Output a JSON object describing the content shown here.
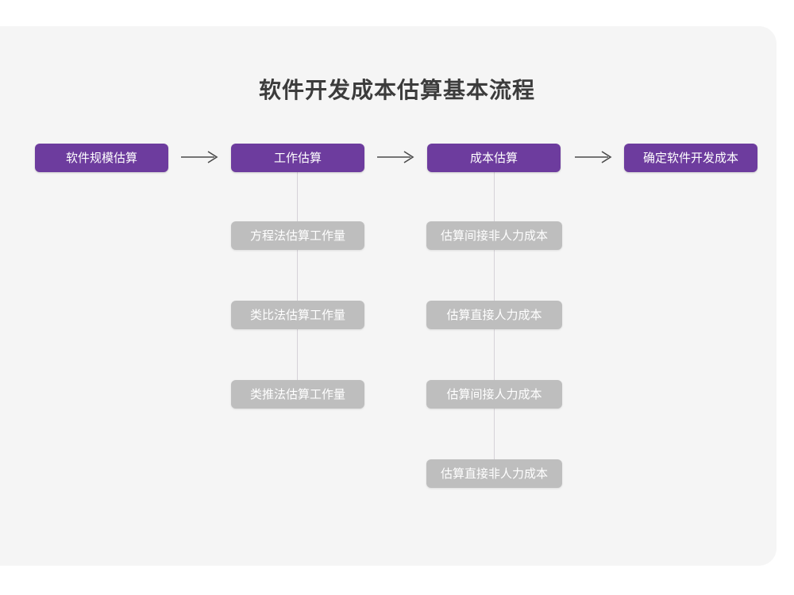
{
  "canvas": {
    "background": "#ffffff",
    "card_background": "#f5f5f5"
  },
  "colors": {
    "primary": "#6d3c9e",
    "secondary": "#bebebe",
    "title_text": "#3c3c3c",
    "node_text": "#ffffff",
    "connector": "#d6d2d8",
    "arrow": "#4a4a4a"
  },
  "diagram": {
    "type": "flowchart",
    "title": "软件开发成本估算基本流程",
    "main_steps": [
      {
        "id": "step-1",
        "label": "软件规模估算"
      },
      {
        "id": "step-2",
        "label": "工作估算"
      },
      {
        "id": "step-3",
        "label": "成本估算"
      },
      {
        "id": "step-4",
        "label": "确定软件开发成本"
      }
    ],
    "arrows": [
      {
        "id": "arrow-1",
        "glyph": "arrow-right-icon",
        "from": "step-1",
        "to": "step-2"
      },
      {
        "id": "arrow-2",
        "glyph": "arrow-right-icon",
        "from": "step-2",
        "to": "step-3"
      },
      {
        "id": "arrow-3",
        "glyph": "arrow-right-icon",
        "from": "step-3",
        "to": "step-4"
      }
    ],
    "branches": [
      {
        "id": "branch-work-estimation",
        "parent": "step-2",
        "parent_label": "工作估算",
        "items": [
          {
            "id": "work-1",
            "label": "方程法估算工作量"
          },
          {
            "id": "work-2",
            "label": "类比法估算工作量"
          },
          {
            "id": "work-3",
            "label": "类推法估算工作量"
          }
        ]
      },
      {
        "id": "branch-cost-estimation",
        "parent": "step-3",
        "parent_label": "成本估算",
        "items": [
          {
            "id": "cost-1",
            "label": "估算间接非人力成本"
          },
          {
            "id": "cost-2",
            "label": "估算直接人力成本"
          },
          {
            "id": "cost-3",
            "label": "估算间接人力成本"
          },
          {
            "id": "cost-4",
            "label": "估算直接非人力成本"
          }
        ]
      }
    ]
  }
}
